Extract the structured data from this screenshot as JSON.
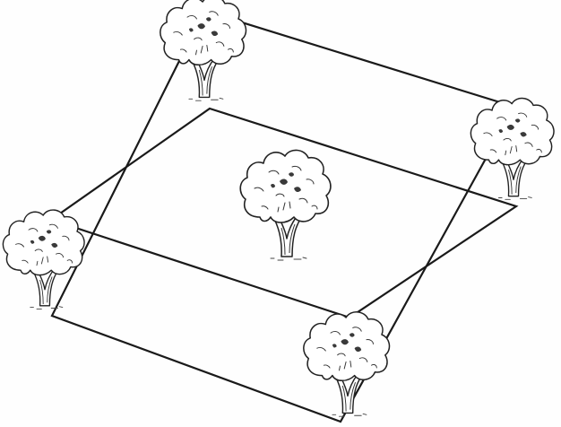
{
  "diagram": {
    "trees": [
      {
        "id": "tree-top-left"
      },
      {
        "id": "tree-right"
      },
      {
        "id": "tree-center"
      },
      {
        "id": "tree-left"
      },
      {
        "id": "tree-bottom"
      }
    ]
  }
}
